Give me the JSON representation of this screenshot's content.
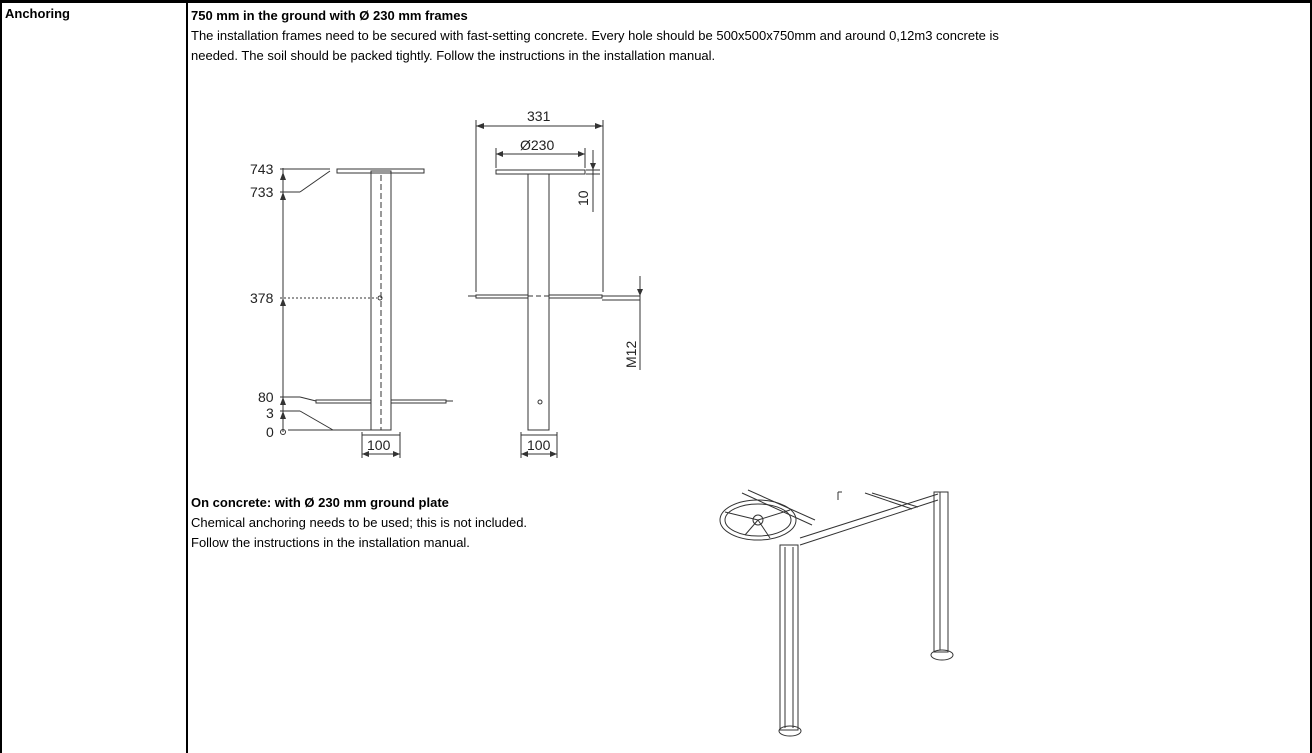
{
  "row_label": "Anchoring",
  "section1": {
    "heading": "750 mm in the ground with Ø 230 mm frames",
    "line1": "The installation frames need to be secured with fast-setting concrete. Every hole should be 500x500x750mm and around 0,12m3  concrete is",
    "line2": "needed. The soil should be packed tightly. Follow the instructions in the installation manual."
  },
  "drawing": {
    "left_levels": [
      "743",
      "733",
      "378",
      "80",
      "3",
      "0"
    ],
    "left_width": "100",
    "right_overall": "331",
    "right_plate": "Ø230",
    "right_thickness": "10",
    "right_thread": "M12",
    "right_width": "100"
  },
  "section2": {
    "heading": "On concrete: with Ø 230 mm ground plate",
    "line1": "Chemical anchoring needs to be used; this is not included.",
    "line2": "Follow the instructions in the installation manual."
  }
}
